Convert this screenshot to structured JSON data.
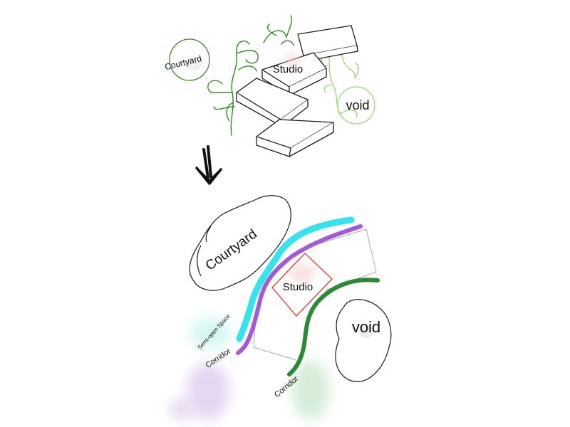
{
  "colors": {
    "ink": "#1a1a1a",
    "courtyard_top": "#3a8a2a",
    "plants_dark": "#2f8a1f",
    "plants_light": "#8ed06a",
    "void_top": "#9ad87a",
    "cyan_path": "#35e3ee",
    "purple_path": "#a35ad6",
    "green_path": "#2c8a36",
    "studio_box": "#d23b33",
    "studio_fill": "#f6d4d4",
    "semi_open_fill": "#d8f7f2",
    "corridor_wash_left": "#e5d6f2",
    "corridor_wash_right": "#d6ecd8"
  },
  "top_sketch": {
    "courtyard_label": "Courtyard",
    "studio_label": "Studio",
    "void_label": "void"
  },
  "transition": {
    "arrow_icon": "arrow-down-left-icon"
  },
  "plan_diagram": {
    "courtyard_label": "Courtyard",
    "studio_label": "Studio",
    "void_label": "void",
    "semi_open_label": "Semi-open Space",
    "corridor_left_label": "Corridor",
    "corridor_right_label": "Corridor"
  }
}
